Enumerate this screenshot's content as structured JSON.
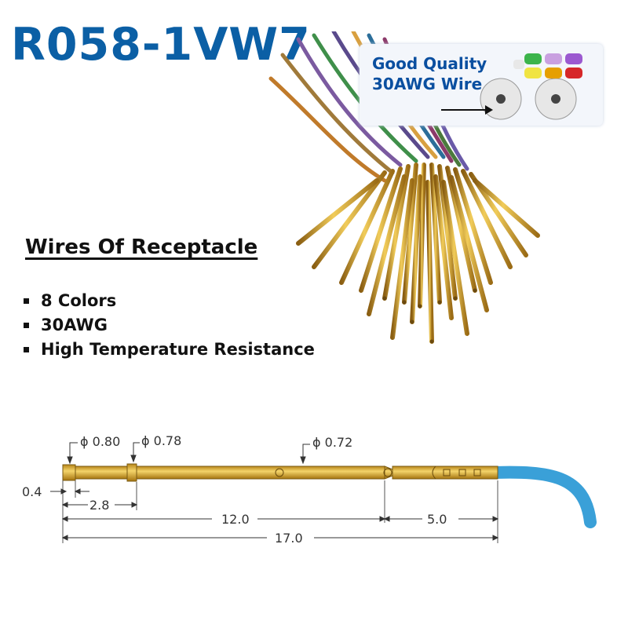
{
  "title": "R058-1VW7",
  "callout": {
    "line1": "Good Quality",
    "line2": "30AWG Wire"
  },
  "section_title": "Wires Of Receptacle",
  "features": [
    "8 Colors",
    "30AWG",
    "High Temperature Resistance"
  ],
  "dimensions": {
    "d1": "ϕ 0.80",
    "d2": "ϕ 0.78",
    "d3": "ϕ 0.72",
    "len_04": "0.4",
    "len_28": "2.8",
    "len_12": "12.0",
    "len_5": "5.0",
    "len_17": "17.0"
  },
  "colors": {
    "title": "#0b5fa5",
    "pin_gold": "#d8a623",
    "wire_blue": "#3aa0d8"
  },
  "icons": [
    "arrow-right-icon",
    "bullet-square-icon"
  ]
}
